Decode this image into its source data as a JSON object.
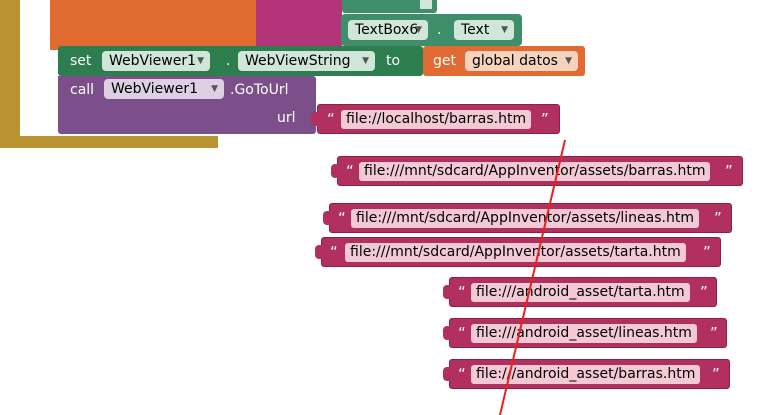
{
  "dot": ".",
  "textbox_row": {
    "component": "TextBox6",
    "property": "Text",
    "dot": "."
  },
  "set_block": {
    "keyword": "set",
    "component": "WebViewer1",
    "dot": ".",
    "property": "WebViewString",
    "to_label": "to",
    "get_keyword": "get",
    "variable": "global datos"
  },
  "call_block": {
    "keyword": "call",
    "component": "WebViewer1",
    "method": ".GoToUrl",
    "arg_label": "url"
  },
  "quote_open": "“",
  "quote_close": "”",
  "strings": [
    "file://localhost/barras.htm",
    "file:///mnt/sdcard/AppInventor/assets/barras.htm",
    "file:///mnt/sdcard/AppInventor/assets/lineas.htm",
    "file:///mnt/sdcard/AppInventor/assets/tarta.htm",
    "file:///android_asset/tarta.htm",
    "file:///android_asset/lineas.htm",
    "file:///android_asset/barras.htm"
  ],
  "colors": {
    "event_block": "#b8932f",
    "orange_block": "#e06a32",
    "procedure_block": "#b4347a",
    "component_green": "#3f8e6a",
    "set_block": "#2e7d4f",
    "call_block": "#7c4f8b",
    "text_block": "#b2305f",
    "annotation_line": "#e8201e"
  }
}
